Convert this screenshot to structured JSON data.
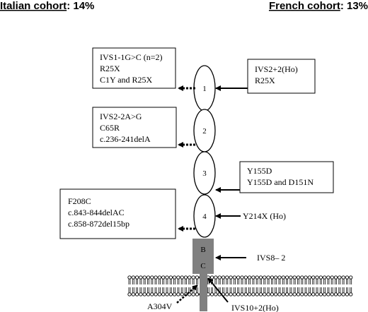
{
  "header": {
    "italian_label": "Italian cohort",
    "italian_value": ": 14%",
    "french_label": "French cohort",
    "french_value": ": 13%"
  },
  "domains": [
    "1",
    "2",
    "3",
    "4"
  ],
  "membrane": {
    "upper_label": "B",
    "lower_label": "C"
  },
  "italian_boxes": [
    {
      "lines": [
        "IVS1-1G>C (n=2)",
        "R25X",
        "C1Y and R25X"
      ]
    },
    {
      "lines": [
        "IVS2-2A>G",
        "C65R",
        "c.236-241delA"
      ]
    },
    {
      "lines": [
        "F208C",
        "c.843-844delAC",
        "c.858-872del15bp"
      ]
    }
  ],
  "french_boxes": [
    {
      "lines": [
        "IVS2+2(Ho)",
        "R25X"
      ]
    },
    {
      "lines": [
        "Y155D",
        "Y155D and D151N"
      ]
    }
  ],
  "free_labels": {
    "y214x": "Y214X (Ho)",
    "ivs8": "IVS8– 2",
    "a304v": "A304V",
    "ivs10": "IVS10+2(Ho)"
  }
}
